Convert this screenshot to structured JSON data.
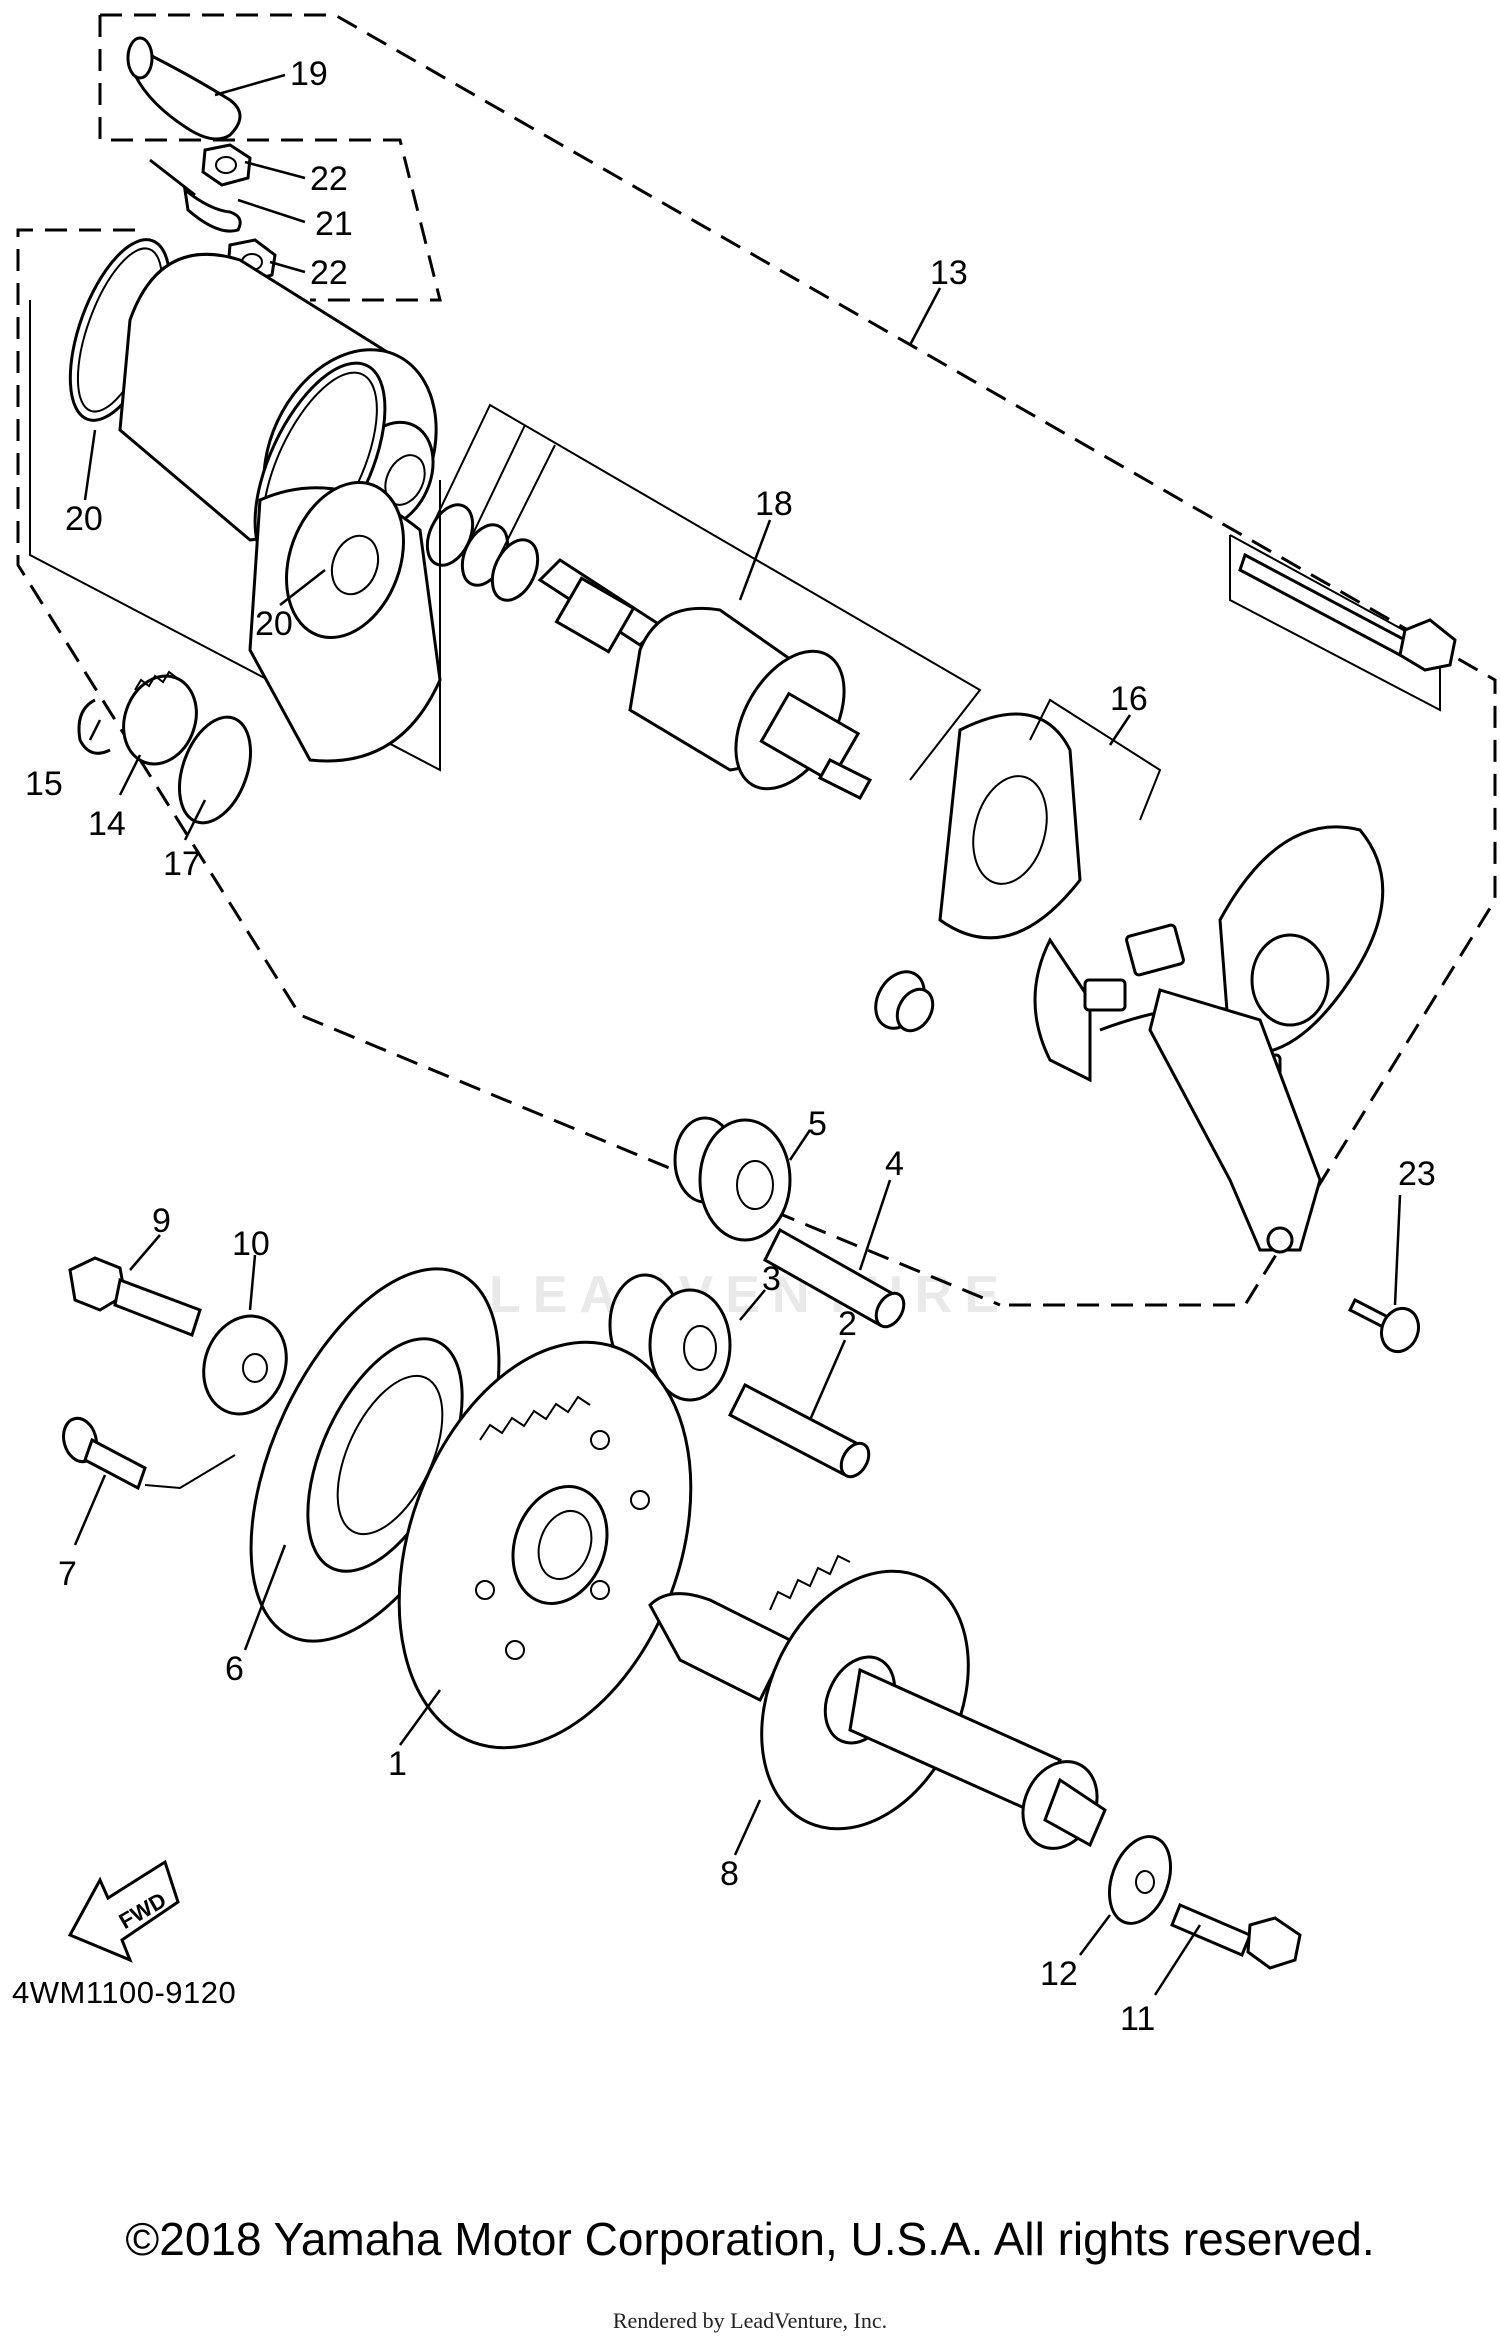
{
  "diagram_code": "4WM1100-9120",
  "copyright": "©2018 Yamaha Motor Corporation, U.S.A. All rights reserved.",
  "render_credit": "Rendered by LeadVenture, Inc.",
  "watermark": "LEADVENTURE",
  "fwd_label": "FWD",
  "callouts": {
    "p1": "1",
    "p2": "2",
    "p3": "3",
    "p4": "4",
    "p5": "5",
    "p6": "6",
    "p7": "7",
    "p8": "8",
    "p9": "9",
    "p10": "10",
    "p11": "11",
    "p12": "12",
    "p13": "13",
    "p14": "14",
    "p15": "15",
    "p16": "16",
    "p17": "17",
    "p18": "18",
    "p19": "19",
    "p20a": "20",
    "p20b": "20",
    "p21": "21",
    "p22a": "22",
    "p22b": "22",
    "p23": "23"
  }
}
